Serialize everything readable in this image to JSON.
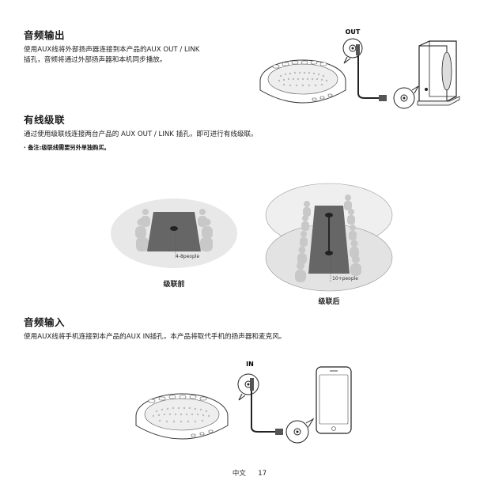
{
  "section_out": {
    "title": "音频输出",
    "para_line1": "使用AUX线将外部扬声器连接到本产品的AUX OUT / LINK",
    "para_line2": "插孔，音频将通过外部扬声器和本机同步播放。",
    "port_label": "OUT"
  },
  "section_cascade": {
    "title": "有线级联",
    "para": "通过使用级联线连接两台产品的 AUX OUT / LINK 插孔，即可进行有线级联。",
    "note": "· 备注:级联线需要另外单独购买。",
    "before_caption": "级联前",
    "after_caption": "级联后",
    "before_people": "4-8people",
    "after_people": "10+people"
  },
  "section_in": {
    "title": "音频输入",
    "para": "使用AUX线将手机连接到本产品的AUX IN插孔，本产品将取代手机的扬声器和麦克风。",
    "port_label": "IN"
  },
  "footer": {
    "lang": "中文",
    "page": "17"
  }
}
